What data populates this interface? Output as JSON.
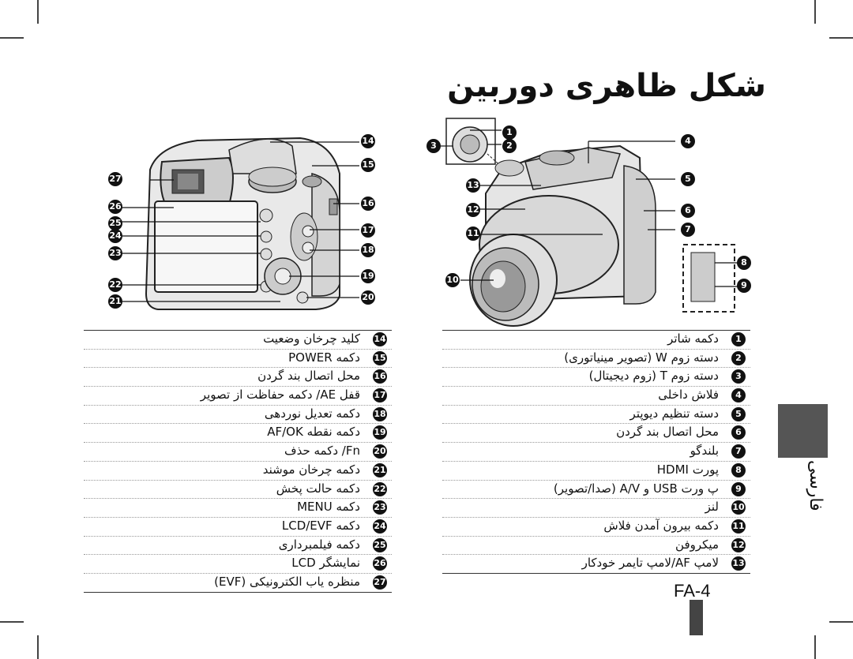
{
  "page_title": "شکل ظاهری دوربین",
  "page_number": "FA-4",
  "side_tab_label": "فارسی",
  "right_table": [
    {
      "num": "1",
      "label": "دکمه شاتر"
    },
    {
      "num": "2",
      "label": "دسته زوم W (تصویر مینیاتوری)"
    },
    {
      "num": "3",
      "label": "دسته زوم T (زوم دیجیتال)"
    },
    {
      "num": "4",
      "label": "فلاش داخلی"
    },
    {
      "num": "5",
      "label": "دسته تنظیم دیوپتر"
    },
    {
      "num": "6",
      "label": "محل اتصال بند گردن"
    },
    {
      "num": "7",
      "label": "بلندگو"
    },
    {
      "num": "8",
      "label": "پورت HDMI"
    },
    {
      "num": "9",
      "label": "پ ورت USB و A/V (صدا/تصویر)"
    },
    {
      "num": "10",
      "label": "لنز"
    },
    {
      "num": "11",
      "label": "دکمه بیرون آمدن فلاش"
    },
    {
      "num": "12",
      "label": "میکروفن"
    },
    {
      "num": "13",
      "label": "لامپ AF/لامپ تایمر خودکار"
    }
  ],
  "left_table": [
    {
      "num": "14",
      "label": "کلید چرخان وضعیت"
    },
    {
      "num": "15",
      "label": "دکمه POWER"
    },
    {
      "num": "16",
      "label": "محل اتصال بند گردن"
    },
    {
      "num": "17",
      "label": "قفل AE/ دکمه حفاظت از تصویر"
    },
    {
      "num": "18",
      "label": "دکمه تعدیل نوردهی"
    },
    {
      "num": "19",
      "label": "دکمه نقطه AF/OK"
    },
    {
      "num": "20",
      "label": "Fn/ دکمه حذف"
    },
    {
      "num": "21",
      "label": "دکمه چرخان موشند"
    },
    {
      "num": "22",
      "label": "دکمه حالت پخش"
    },
    {
      "num": "23",
      "label": "دکمه MENU"
    },
    {
      "num": "24",
      "label": "دکمه LCD/EVF"
    },
    {
      "num": "25",
      "label": "دکمه فیلمبرداری"
    },
    {
      "num": "26",
      "label": "نمایشگر LCD"
    },
    {
      "num": "27",
      "label": "منظره یاب الکترونیکی (EVF)"
    }
  ],
  "colors": {
    "badge": "#111111",
    "tab": "#555555",
    "bar": "#444444"
  }
}
